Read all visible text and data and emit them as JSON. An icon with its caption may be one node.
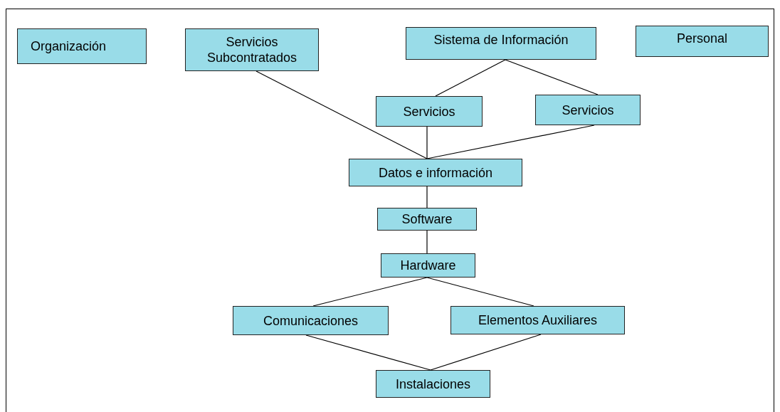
{
  "diagram": {
    "nodes": [
      {
        "text": [
          "Organización"
        ]
      },
      {
        "text": [
          "Servicios Subcontratados"
        ]
      },
      {
        "text": [
          "Sistema de Información"
        ]
      },
      {
        "text": [
          "Personal"
        ]
      },
      {
        "text": [
          "Servicios"
        ]
      },
      {
        "text": [
          "Servicios"
        ]
      },
      {
        "text": [
          "Datos e información"
        ]
      },
      {
        "text": [
          "Software"
        ]
      },
      {
        "text": [
          "Hardware"
        ]
      },
      {
        "text": [
          "Comunicaciones"
        ]
      },
      {
        "text": [
          "Elementos Auxiliares"
        ]
      },
      {
        "text": [
          "Instalaciones"
        ]
      }
    ],
    "edges": [
      {
        "from": 2,
        "to": 4,
        "arrow": "none"
      },
      {
        "from": 2,
        "to": 5,
        "arrow": "none"
      },
      {
        "from": 1,
        "to": 6,
        "arrow": "none"
      },
      {
        "from": 4,
        "to": 6,
        "arrow": "none"
      },
      {
        "from": 5,
        "to": 6,
        "arrow": "none"
      },
      {
        "from": 6,
        "to": 7,
        "arrow": "none"
      },
      {
        "from": 7,
        "to": 8,
        "arrow": "none"
      },
      {
        "from": 8,
        "to": 9,
        "arrow": "none"
      },
      {
        "from": 8,
        "to": 10,
        "arrow": "none"
      },
      {
        "from": 9,
        "to": 11,
        "arrow": "none"
      },
      {
        "from": 10,
        "to": 11,
        "arrow": "none"
      }
    ]
  }
}
